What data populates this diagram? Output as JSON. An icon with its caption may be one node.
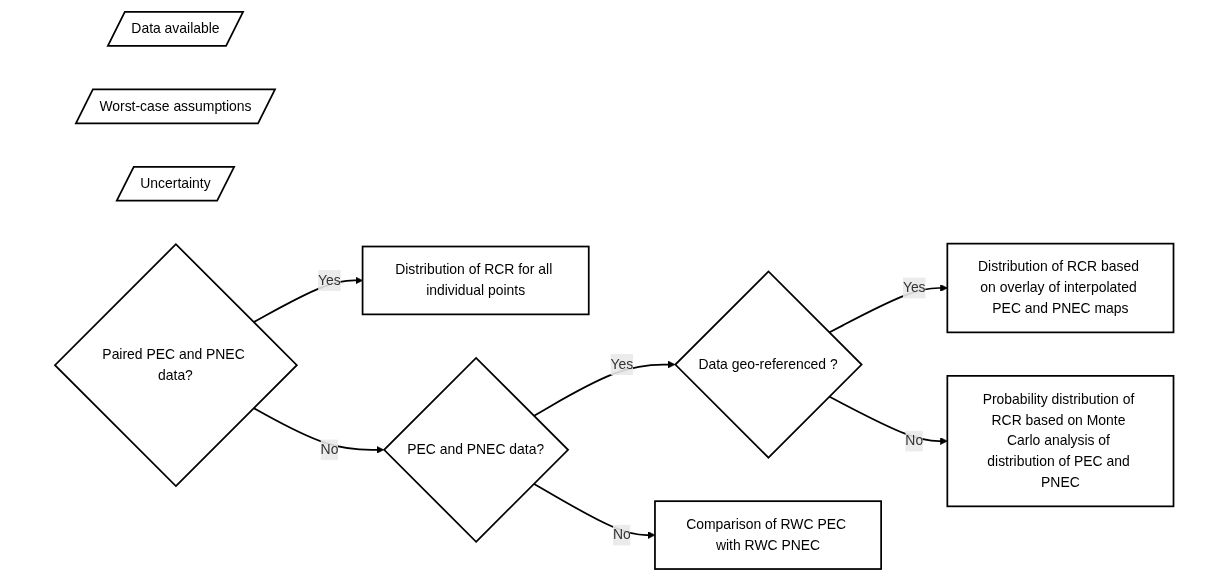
{
  "diagram": {
    "nodes": [
      {
        "text": [
          "Data available"
        ]
      },
      {
        "text": [
          "Worst-case assumptions"
        ]
      },
      {
        "text": [
          "Uncertainty"
        ]
      },
      {
        "text": [
          "Paired PEC and PNEC data?"
        ]
      },
      {
        "text": [
          "Distribution of RCR for all individual points"
        ]
      },
      {
        "text": [
          "PEC and PNEC data?"
        ]
      },
      {
        "text": [
          "Data geo-referenced ?"
        ]
      },
      {
        "text": [
          "Distribution of RCR based on overlay of interpolated PEC and PNEC maps"
        ]
      },
      {
        "text": [
          "Comparison of RWC PEC with RWC PNEC"
        ]
      },
      {
        "text": [
          "Probability distribution of RCR based on Monte Carlo analysis of distribution of PEC and PNEC"
        ]
      }
    ],
    "edges": [
      {
        "from": 3,
        "to": 4,
        "arrow": "to",
        "label": "Yes"
      },
      {
        "from": 3,
        "to": 5,
        "arrow": "to",
        "label": "No"
      },
      {
        "from": 5,
        "to": 6,
        "arrow": "to",
        "label": "Yes"
      },
      {
        "from": 6,
        "to": 7,
        "arrow": "to",
        "label": "Yes"
      },
      {
        "from": 5,
        "to": 8,
        "arrow": "to",
        "label": "No"
      },
      {
        "from": 6,
        "to": 9,
        "arrow": "to",
        "label": "No"
      }
    ]
  }
}
